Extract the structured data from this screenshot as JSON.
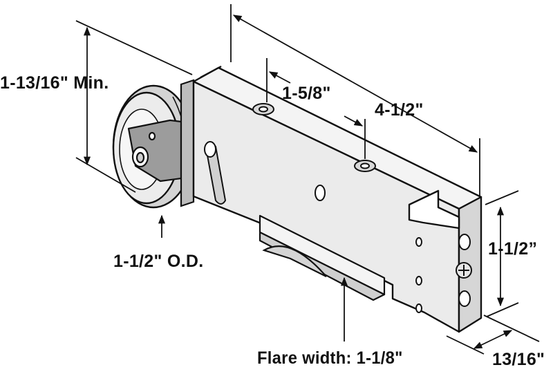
{
  "diagram": {
    "subject": "sliding door roller assembly",
    "colors": {
      "line": "#111111",
      "metal_light": "#f1f1f1",
      "metal_mid": "#d2d2d2",
      "metal_dark": "#9c9c9c",
      "background": "#ffffff"
    },
    "labels": {
      "height_min": "1-13/16\" Min.",
      "hole_spacing": "1-5/8\"",
      "overall_length": "4-1/2\"",
      "wheel_od": "1-1/2\" O.D.",
      "body_height": "1-1/2”",
      "flare_width": "Flare width: 1-1/8\"",
      "body_width": "13/16\""
    }
  }
}
